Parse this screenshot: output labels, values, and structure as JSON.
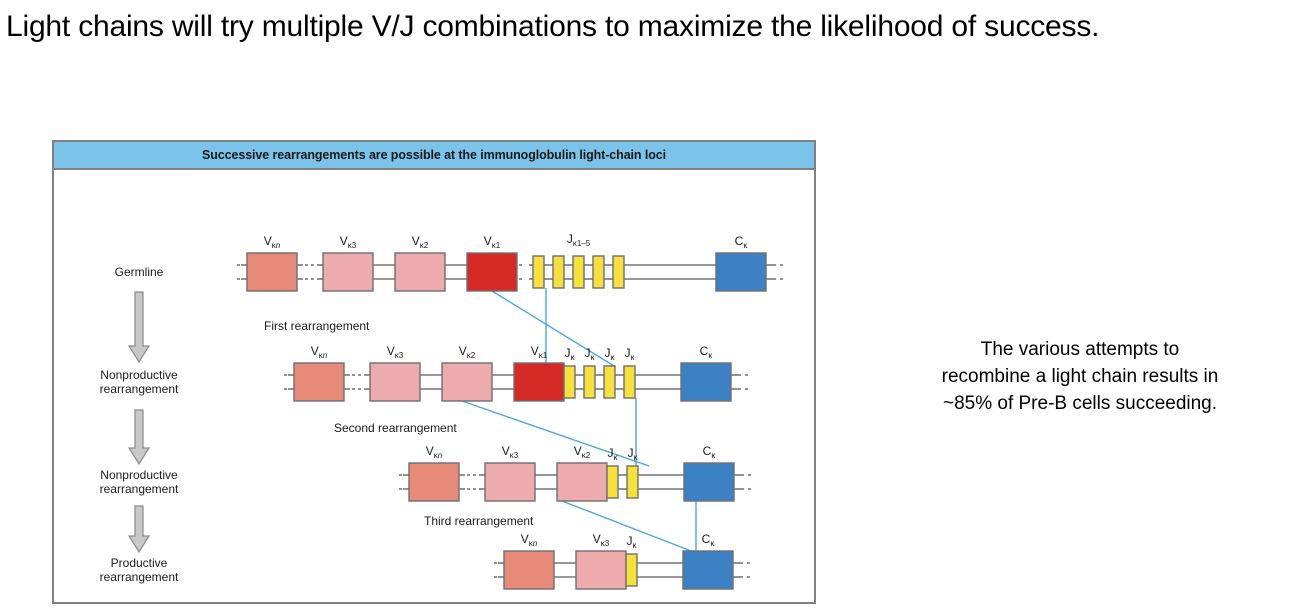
{
  "slide": {
    "title": "Light chains will try multiple V/J combinations to maximize the likelihood of success.",
    "side_caption_lines": [
      "The various attempts to",
      "recombine a light chain results in",
      "~85% of Pre-B cells succeeding."
    ]
  },
  "figure": {
    "banner_title": "Successive rearrangements are possible at the immunoglobulin light-chain loci",
    "stage_labels": [
      {
        "lines": [
          "Germline"
        ]
      },
      {
        "lines": [
          "Nonproductive",
          "rearrangement"
        ]
      },
      {
        "lines": [
          "Nonproductive",
          "rearrangement"
        ]
      },
      {
        "lines": [
          "Productive",
          "rearrangement"
        ]
      }
    ],
    "step_labels": [
      "First rearrangement",
      "Second rearrangement",
      "Third rearrangement"
    ],
    "rows": [
      {
        "name": "germline-row",
        "segments": [
          {
            "kind": "V",
            "label_main": "V",
            "label_sub": "κ",
            "label_sub_italic": "n",
            "color": "#e78a78"
          },
          {
            "kind": "V",
            "label_main": "V",
            "label_sub": "κ3",
            "color": "#eeabad"
          },
          {
            "kind": "V",
            "label_main": "V",
            "label_sub": "κ2",
            "color": "#eeabad"
          },
          {
            "kind": "V",
            "label_main": "V",
            "label_sub": "κ1",
            "color": "#d62a27"
          },
          {
            "kind": "Jgroup",
            "label_main": "J",
            "label_sub": "κ1–5",
            "color": "#f5e03e",
            "count": 5
          },
          {
            "kind": "C",
            "label_main": "C",
            "label_sub": "κ",
            "color": "#3b81c4"
          }
        ]
      },
      {
        "name": "first-rearrangement-row",
        "segments": [
          {
            "kind": "V",
            "label_main": "V",
            "label_sub": "κ",
            "label_sub_italic": "n",
            "color": "#e78a78"
          },
          {
            "kind": "V",
            "label_main": "V",
            "label_sub": "κ3",
            "color": "#eeabad"
          },
          {
            "kind": "V",
            "label_main": "V",
            "label_sub": "κ2",
            "color": "#eeabad"
          },
          {
            "kind": "Vjoined",
            "label_main": "V",
            "label_sub": "κ1",
            "color": "#d62a27"
          },
          {
            "kind": "Jjoined",
            "label_main": "J",
            "label_sub": "κ",
            "color": "#f5e03e"
          },
          {
            "kind": "J",
            "label_main": "J",
            "label_sub": "κ",
            "color": "#f5e03e"
          },
          {
            "kind": "J",
            "label_main": "J",
            "label_sub": "κ",
            "color": "#f5e03e"
          },
          {
            "kind": "J",
            "label_main": "J",
            "label_sub": "κ",
            "color": "#f5e03e"
          },
          {
            "kind": "C",
            "label_main": "C",
            "label_sub": "κ",
            "color": "#3b81c4"
          }
        ]
      },
      {
        "name": "second-rearrangement-row",
        "segments": [
          {
            "kind": "V",
            "label_main": "V",
            "label_sub": "κ",
            "label_sub_italic": "n",
            "color": "#e78a78"
          },
          {
            "kind": "V",
            "label_main": "V",
            "label_sub": "κ3",
            "color": "#eeabad"
          },
          {
            "kind": "Vjoined",
            "label_main": "V",
            "label_sub": "κ2",
            "color": "#eeabad"
          },
          {
            "kind": "Jjoined",
            "label_main": "J",
            "label_sub": "κ",
            "color": "#f5e03e"
          },
          {
            "kind": "J",
            "label_main": "J",
            "label_sub": "κ",
            "color": "#f5e03e"
          },
          {
            "kind": "C",
            "label_main": "C",
            "label_sub": "κ",
            "color": "#3b81c4"
          }
        ]
      },
      {
        "name": "third-rearrangement-row",
        "segments": [
          {
            "kind": "V",
            "label_main": "V",
            "label_sub": "κ",
            "label_sub_italic": "n",
            "color": "#e78a78"
          },
          {
            "kind": "Vjoined",
            "label_main": "V",
            "label_sub": "κ3",
            "color": "#eeabad"
          },
          {
            "kind": "Jjoined",
            "label_main": "J",
            "label_sub": "κ",
            "color": "#f5e03e"
          },
          {
            "kind": "C",
            "label_main": "C",
            "label_sub": "κ",
            "color": "#3b81c4"
          }
        ]
      }
    ],
    "colors": {
      "banner_background": "#7cc3ea",
      "panel_border": "#808080",
      "v_distal": "#e78a78",
      "v_proximal": "#eeabad",
      "v_active": "#d62a27",
      "j_segment": "#f5e03e",
      "c_segment": "#3b81c4",
      "dna_line": "#77777a",
      "connector_line": "#4ea7dd",
      "arrow_fill": "#c8c8c8",
      "arrow_stroke": "#8a8a8a",
      "box_outline": "#6e6e72"
    }
  }
}
